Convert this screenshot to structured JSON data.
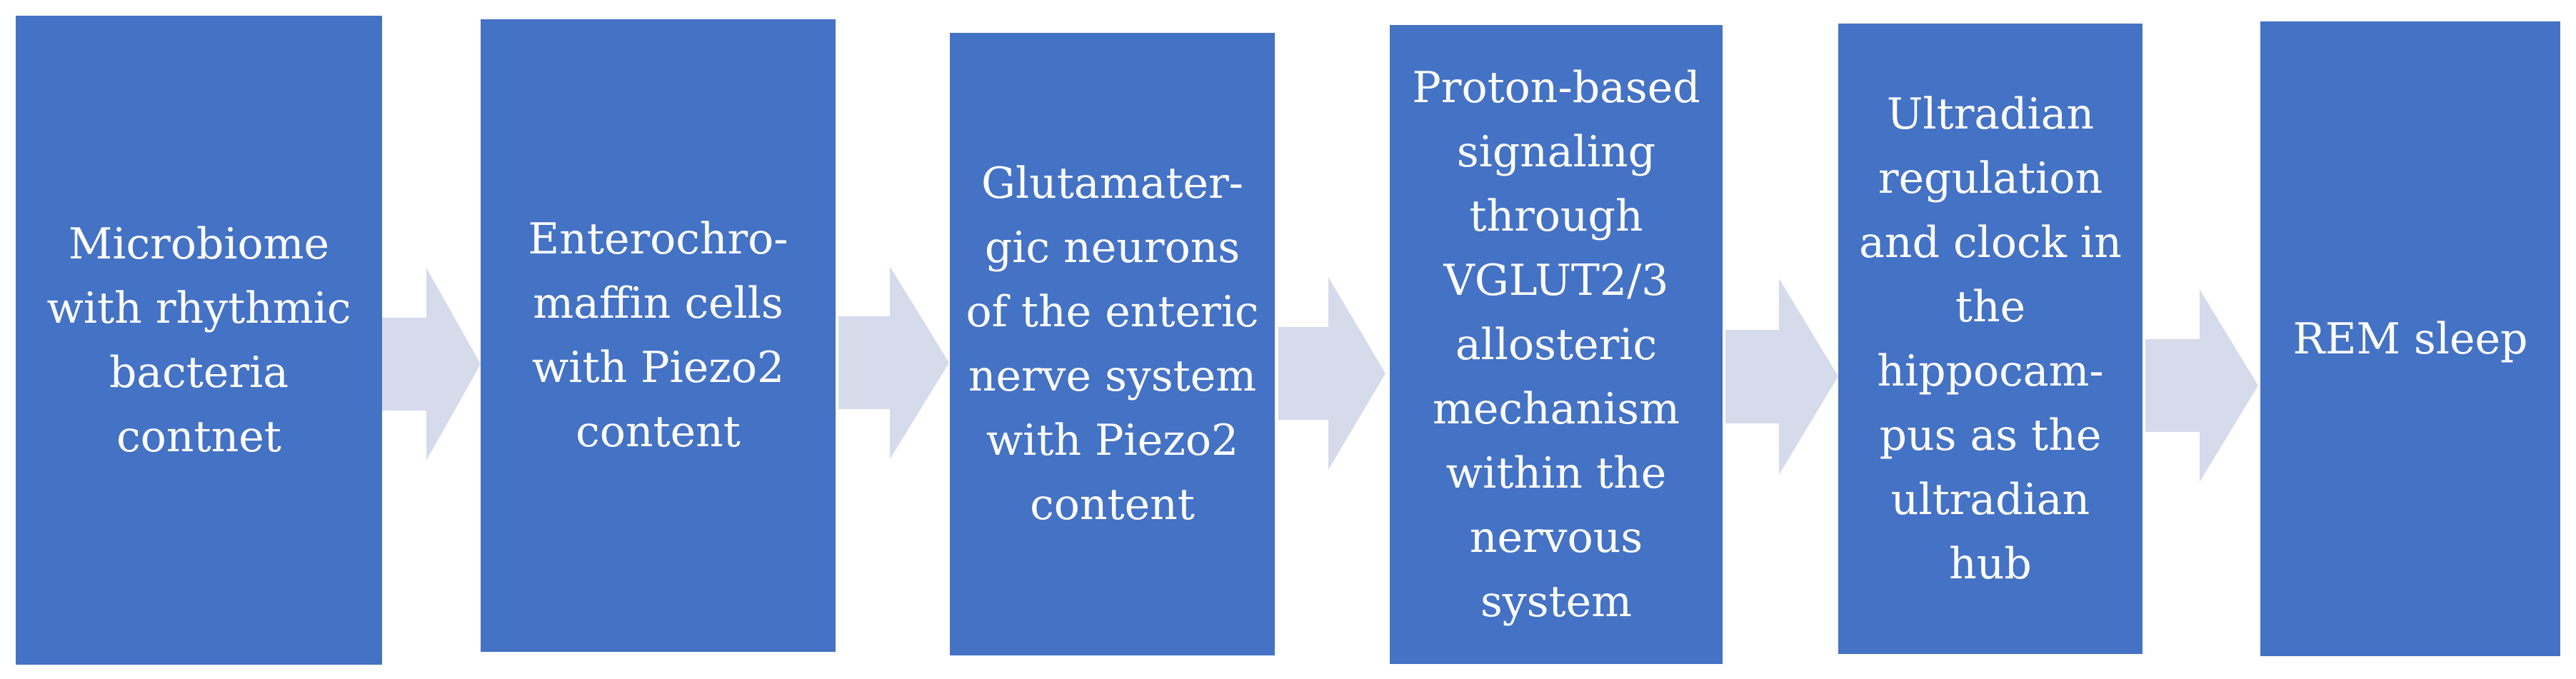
{
  "colors": {
    "box_fill": "#4472c4",
    "arrow_fill": "#d5dbeb",
    "text": "#ffffff",
    "background": "#ffffff"
  },
  "flow": {
    "steps": [
      {
        "label": "Microbiome\nwith rhythmic\nbacteria\ncontnet"
      },
      {
        "label": "Enterochro-\nmaffin cells\nwith Piezo2\ncontent"
      },
      {
        "label": "Glutamater-\ngic neurons\nof the enteric\nnerve system\nwith Piezo2\ncontent"
      },
      {
        "label": "Proton-based\nsignaling\nthrough\nVGLUT2/3\nallosteric\nmechanism\nwithin the\nnervous\nsystem"
      },
      {
        "label": "Ultradian\nregulation\nand clock in\nthe\nhippocam-\npus as the\nultradian\nhub"
      },
      {
        "label": "REM sleep"
      }
    ]
  }
}
